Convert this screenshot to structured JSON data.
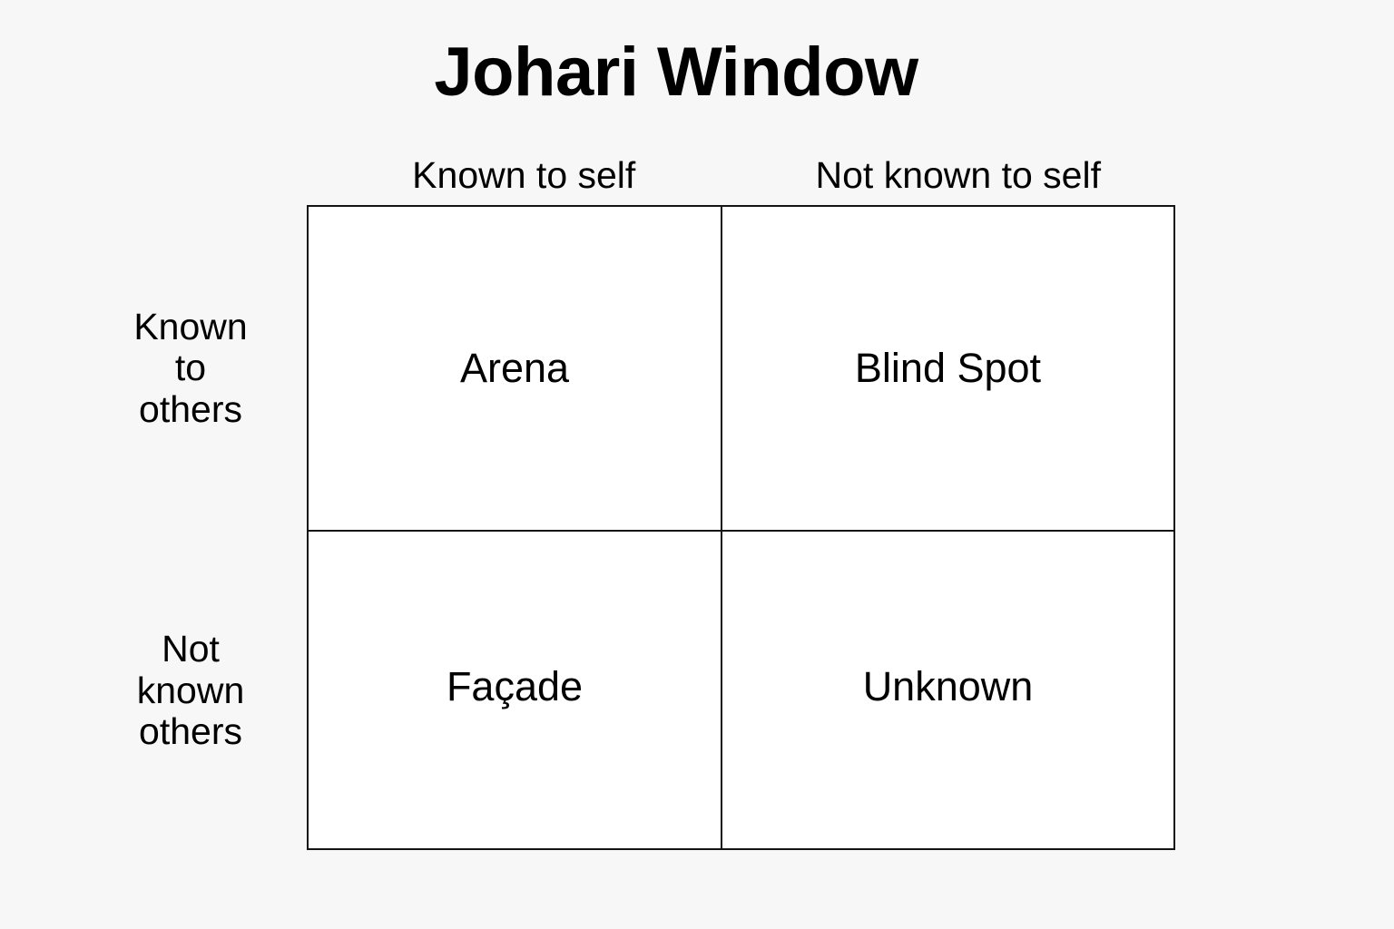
{
  "title": "Johari Window",
  "colors": {
    "background": "#f7f7f7",
    "cell_fill": "#ffffff",
    "border": "#141414",
    "text": "#000000"
  },
  "matrix": {
    "column_headers": [
      {
        "label": "Known to self"
      },
      {
        "label": "Not known to self"
      }
    ],
    "row_headers": [
      {
        "lines": [
          "Known",
          "to",
          "others"
        ]
      },
      {
        "lines": [
          "Not",
          "known",
          "others"
        ]
      }
    ],
    "quadrants": [
      {
        "label": "Arena",
        "row": "Known to others",
        "column": "Known to self"
      },
      {
        "label": "Blind Spot",
        "row": "Known to others",
        "column": "Not known to self"
      },
      {
        "label": "Façade",
        "row": "Not known others",
        "column": "Known to self"
      },
      {
        "label": "Unknown",
        "row": "Not known others",
        "column": "Not known to self"
      }
    ]
  }
}
